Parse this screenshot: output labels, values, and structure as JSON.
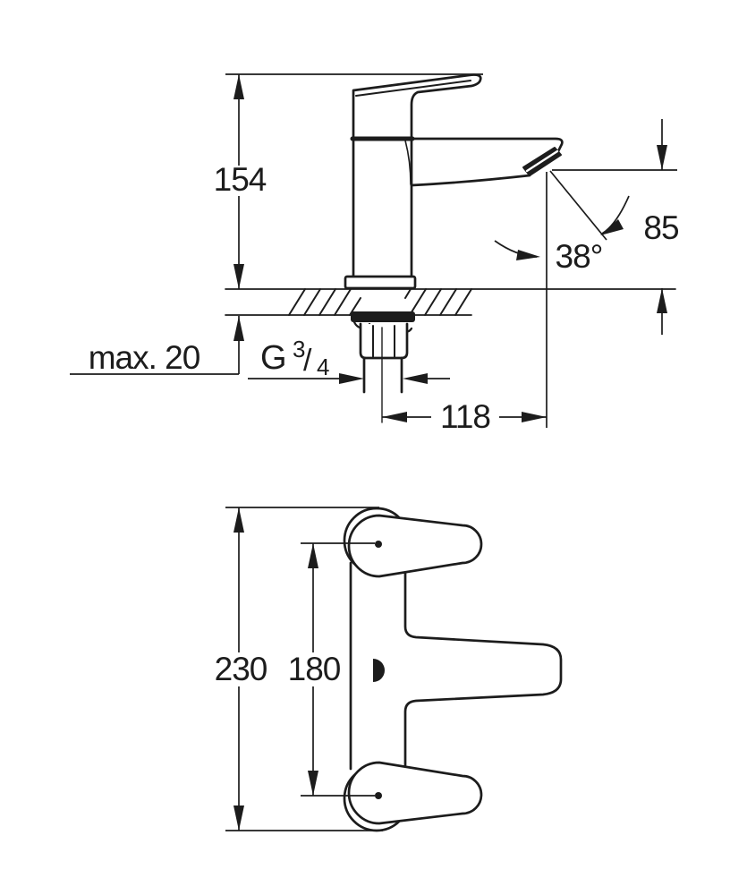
{
  "colors": {
    "line": "#1c1c1c",
    "background": "#ffffff"
  },
  "top_view": {
    "height": "154",
    "spout_height": "85",
    "spout_angle": "38°",
    "max_deck_thickness": "max. 20",
    "thread": {
      "prefix": "G",
      "numerator": "3",
      "slash": "/",
      "denominator": "4"
    },
    "spout_reach": "118"
  },
  "front_view": {
    "overall_height": "230",
    "handle_spacing": "180"
  }
}
